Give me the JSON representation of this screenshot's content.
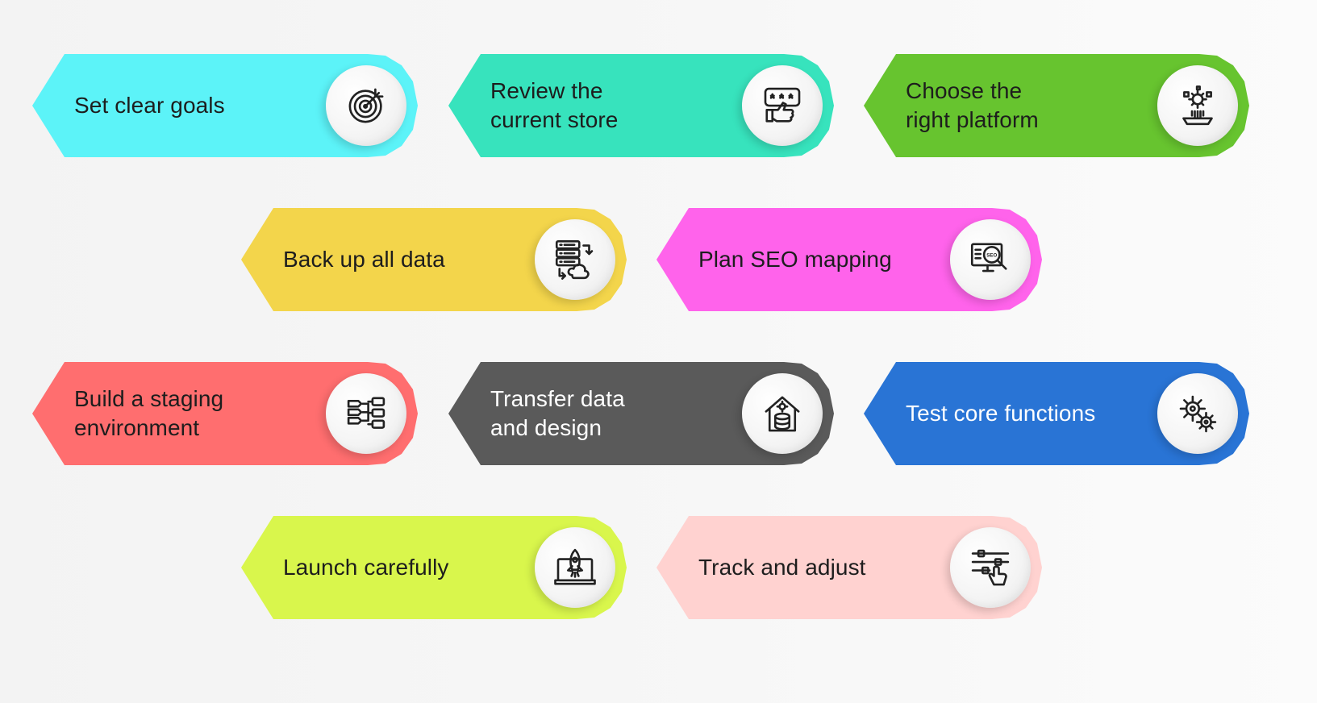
{
  "steps": [
    {
      "label": "Set clear goals",
      "color": "#5cf3f8",
      "text_color": "#1d1d1d",
      "icon": "target-icon"
    },
    {
      "label": "Review the\ncurrent store",
      "color": "#37e3bd",
      "text_color": "#1d1d1d",
      "icon": "rating-thumbs-up-icon"
    },
    {
      "label": "Choose the\nright platform",
      "color": "#67c42f",
      "text_color": "#1d1d1d",
      "icon": "platform-gear-icon"
    },
    {
      "label": "Back up all data",
      "color": "#f3d54b",
      "text_color": "#1d1d1d",
      "icon": "server-cloud-backup-icon"
    },
    {
      "label": "Plan SEO mapping",
      "color": "#ff63eb",
      "text_color": "#1d1d1d",
      "icon": "seo-search-icon"
    },
    {
      "label": "Build a staging\nenvironment",
      "color": "#ff6e6f",
      "text_color": "#1d1d1d",
      "icon": "workflow-staging-icon"
    },
    {
      "label": "Transfer data\nand design",
      "color": "#5a5a5a",
      "text_color": "#ffffff",
      "icon": "house-database-icon"
    },
    {
      "label": "Test core functions",
      "color": "#2974d5",
      "text_color": "#ffffff",
      "icon": "gears-icon"
    },
    {
      "label": "Launch carefully",
      "color": "#d9f64c",
      "text_color": "#1d1d1d",
      "icon": "rocket-launch-icon"
    },
    {
      "label": "Track and adjust",
      "color": "#ffd2d0",
      "text_color": "#1d1d1d",
      "icon": "sliders-hand-icon"
    }
  ]
}
